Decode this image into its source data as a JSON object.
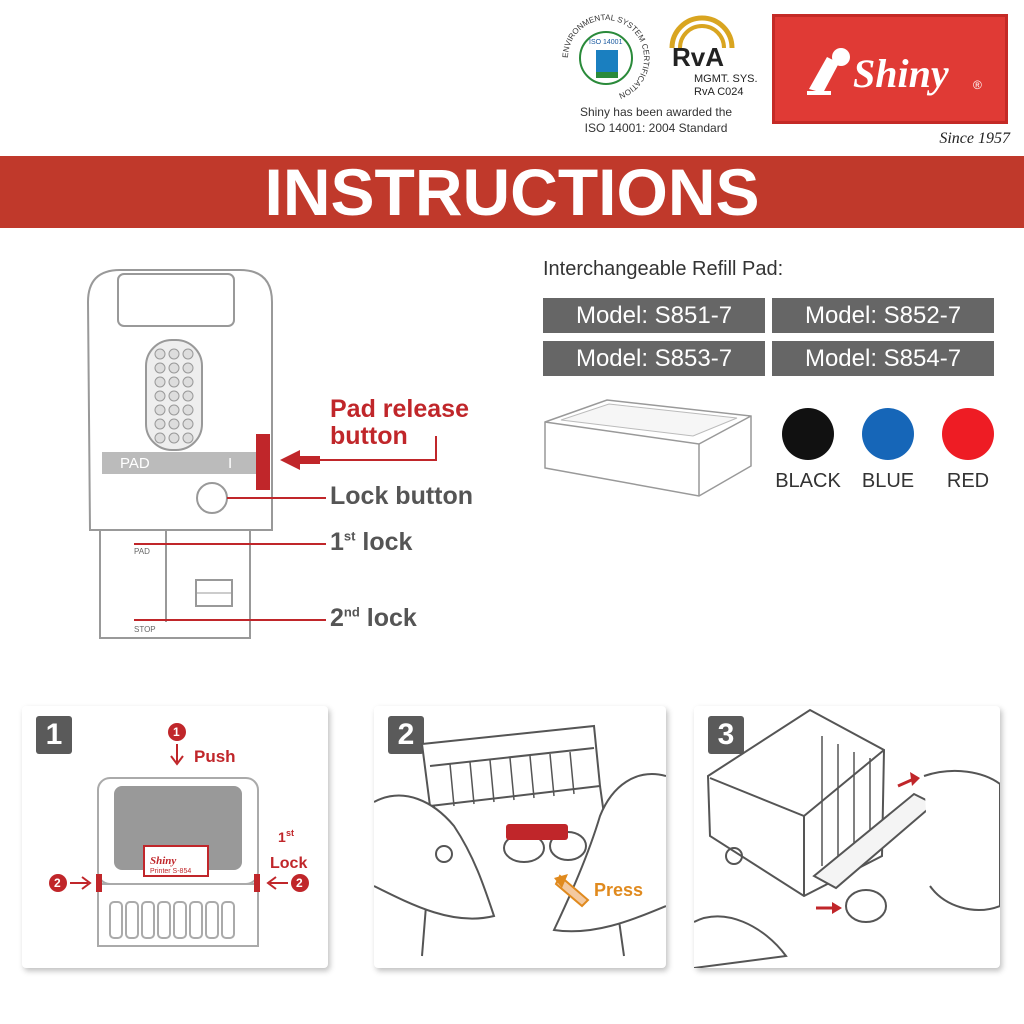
{
  "header": {
    "cert_ring_text": "ENVIRONMENTAL SYSTEM CERTIFICATION",
    "iso_badge": "ISO 14001",
    "cert_line1": "Shiny has been awarded the",
    "cert_line2": "ISO 14001: 2004 Standard",
    "rva_mark": "RvA",
    "rva_line1": "MGMT. SYS.",
    "rva_line2": "RvA C024",
    "brand": "Shiny",
    "registered": "®",
    "since": "Since 1957"
  },
  "banner": {
    "title": "INSTRUCTIONS"
  },
  "diagram": {
    "pad_release_line1": "Pad release",
    "pad_release_line2": "button",
    "lock_button": "Lock button",
    "first_lock_num": "1",
    "first_lock_sup": "st",
    "first_lock_text": "lock",
    "second_lock_num": "2",
    "second_lock_sup": "nd",
    "second_lock_text": "lock",
    "stamp_pad_label": "PAD",
    "stamp_i_label": "I",
    "tick_pad": "PAD",
    "tick_stop": "STOP"
  },
  "refill": {
    "title": "Interchangeable Refill Pad:",
    "models": [
      "Model: S851-7",
      "Model: S852-7",
      "Model: S853-7",
      "Model: S854-7"
    ],
    "colors": [
      {
        "label": "BLACK",
        "hex": "#111111"
      },
      {
        "label": "BLUE",
        "hex": "#1666b8"
      },
      {
        "label": "RED",
        "hex": "#ee1c24"
      }
    ]
  },
  "steps": [
    {
      "number": "1",
      "push_num": "1",
      "push": "Push",
      "lock_num": "1",
      "lock_sup": "st",
      "lock_text": "Lock",
      "side_num": "2",
      "stamp_brand": "Shiny",
      "stamp_model": "Printer S-854"
    },
    {
      "number": "2",
      "press": "Press"
    },
    {
      "number": "3"
    }
  ],
  "colors": {
    "banner": "#c0392b",
    "accent_red": "#c0262a",
    "model_bg": "#666666"
  }
}
